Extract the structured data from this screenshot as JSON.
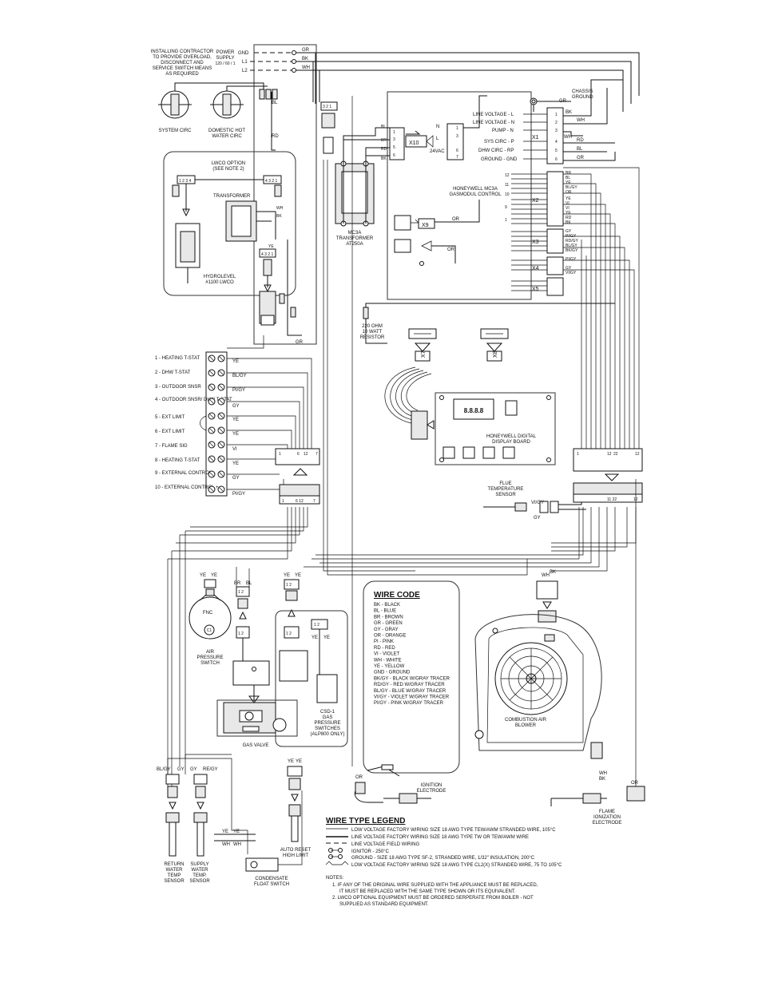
{
  "header": {
    "contractor_note": [
      "INSTALLING CONTRACTOR",
      "TO PROVIDE OVERLOAD,",
      "DISCONNECT AND",
      "SERVICE SWITCH MEANS",
      "AS REQUIRED"
    ],
    "power_supply": [
      "POWER",
      "SUPPLY",
      "120 / 60 / 1"
    ],
    "lines": [
      "GND",
      "L1",
      "L2"
    ],
    "line_colors": [
      "GR",
      "BK",
      "WH"
    ]
  },
  "pumps": {
    "system": "SYSTEM CIRC",
    "domestic": [
      "DOMESTIC HOT",
      "WATER CIRC"
    ]
  },
  "lwco": {
    "option": [
      "LWCO OPTION",
      "(SEE NOTE 2)"
    ],
    "transformer": "TRANSFORMER",
    "hydrolevel": [
      "HYDROLEVEL",
      "#1100 LWCO"
    ]
  },
  "mc_transformer": {
    "label": [
      "MC3A",
      "TRANSFORMER",
      "AT250A"
    ],
    "vac": "24VAC",
    "wires": [
      "BL",
      "BR",
      "RD",
      "BK"
    ],
    "pins": [
      "N",
      "L"
    ]
  },
  "chassis": [
    "CHASSIS",
    "GROUND"
  ],
  "x1_labels": [
    "LINE VOLTAGE - L",
    "LINE VOLTAGE - N",
    "PUMP - N",
    "SYS CIRC - P",
    "DHW CIRC - RP",
    "GROUND - GND"
  ],
  "x1_wires": [
    "BK",
    "WH",
    "WH",
    "RD",
    "BL",
    "GR"
  ],
  "control": {
    "title": [
      "HONEYWELL MC3A",
      "GASMODUL CONTROL"
    ],
    "connectors": [
      "X1",
      "X2",
      "X3",
      "X4",
      "X5",
      "X7",
      "X8",
      "X9",
      "X10"
    ]
  },
  "x2_wires": [
    "BR",
    "BL",
    "YE",
    "BL/GY",
    "OR",
    "YE",
    "VI",
    "VI",
    "YE",
    "RD",
    "BK"
  ],
  "x3_wires": [
    "GY",
    "PI/GY",
    "RD/GY",
    "BL/GY",
    "BK/GY"
  ],
  "x4_wires": [
    "PI/GY",
    "GY",
    "VI/GY"
  ],
  "resistor": [
    "220 OHM",
    "10 WATT",
    "RESISTOR"
  ],
  "display": {
    "title": [
      "HONEYWELL DIGITAL",
      "DISPLAY BOARD"
    ],
    "digits": "8.8.8.8"
  },
  "terminals": [
    {
      "label": "1 - HEATING T-STAT",
      "wire": "YE"
    },
    {
      "label": "2 - DHW T-STAT",
      "wire": "BL/GY"
    },
    {
      "label": "3 - OUTDOOR SNSR",
      "wire": "PI/GY"
    },
    {
      "label": "4 - OUTDOOR SNSR/ DHW T-STAT",
      "wire": "GY"
    },
    {
      "label": "5 - EXT LIMIT",
      "wire": "YE"
    },
    {
      "label": "6 - EXT LIMIT",
      "wire": "YE"
    },
    {
      "label": "7 - FLAME SIG",
      "wire": "VI"
    },
    {
      "label": "8 - HEATING T-STAT",
      "wire": "YE"
    },
    {
      "label": "9 - EXTERNAL CONTROL -",
      "wire": "GY"
    },
    {
      "label": "10 - EXTERNAL CONTROL +",
      "wire": "PI/GY"
    }
  ],
  "plug_pins": [
    "1",
    "6",
    "12",
    "7"
  ],
  "big_plug_pins": [
    "1",
    "12",
    "22",
    "12"
  ],
  "flue": {
    "label": [
      "FLUE",
      "TEMPERATURE",
      "SENSOR"
    ],
    "wires": [
      "VI/GY",
      "GY"
    ]
  },
  "bottom": {
    "air_pressure": [
      "AIR",
      "PRESSURE",
      "SWITCH"
    ],
    "fnc": "FNC",
    "c1": "C1",
    "wires_aps": [
      "YE",
      "YE"
    ],
    "wires_br": [
      "BR",
      "BL"
    ],
    "wires_ye": [
      "YE",
      "YE"
    ],
    "gas_valve": "GAS VALVE",
    "gas_press": [
      "CSD-1",
      "GAS",
      "PRESSURE",
      "SWITCHES",
      "(ALP800 ONLY)"
    ],
    "return_sensor": [
      "RETURN",
      "WATER",
      "TEMP",
      "SENSOR"
    ],
    "supply_sensor": [
      "SUPPLY",
      "WATER",
      "TEMP.",
      "SENSOR"
    ],
    "sensor_wires": [
      "BL/GY",
      "GY",
      "GY",
      "RE/GY"
    ],
    "auto_reset": [
      "AUTO RESET",
      "HIGH LIMIT"
    ],
    "condensate": [
      "CONDENSATE",
      "FLOAT SWITCH"
    ],
    "float_wires": [
      "YE",
      "YE",
      "WH",
      "WH"
    ],
    "blower": [
      "COMBUSTION AIR",
      "BLOWER"
    ],
    "ignition": [
      "IGNITION",
      "ELECTRODE"
    ],
    "flame_ion": [
      "FLAME",
      "IONIZATION",
      "ELECTRODE"
    ],
    "misc_wires": [
      "OR",
      "OR",
      "WH",
      "BK",
      "WH",
      "BK"
    ]
  },
  "wire_code": {
    "title": "WIRE CODE",
    "items": [
      "BK - BLACK",
      "BL - BLUE",
      "BR - BROWN",
      "GR - GREEN",
      "GY - GRAY",
      "OR - ORANGE",
      "PI - PINK",
      "RD - RED",
      "VI - VIOLET",
      "WH - WHITE",
      "YE - YELLOW",
      "GND - GROUND",
      "BK/GY - BLACK W/GRAY TRACER",
      "RD/GY - RED W/GRAY TRACER",
      "BL/GY - BLUE W/GRAY TRACER",
      "VI/GY - VIOLET W/GRAY TRACER",
      "PI/GY - PINK W/GRAY TRACER"
    ]
  },
  "legend": {
    "title": "WIRE TYPE LEGEND",
    "items": [
      "LOW VOLTAGE FACTORY WIRING SIZE 18 AWG TYPE TEW/AWM STRANDED WIRE, 105°C",
      "LINE VOLTAGE FACTORY WIRING SIZE 18 AWG TYPE TW OR TEW/AWM WIRE",
      "LINE VOLTAGE FIELD WIRING",
      "IGNITOR - 250°C",
      "GROUND - SIZE 18 AWG TYPE SF-2, STRANDED WIRE, 1/32\" INSULATION, 200°C",
      "LOW VOLTAGE FACTORY WIRING SIZE 18 AWG TYPE CL2(X) STRANDED WIRE, 75 TO 105°C"
    ]
  },
  "notes": {
    "title": "NOTES:",
    "lines": [
      "1. IF ANY OF THE ORIGINAL WIRE SUPPLIED WITH THE APPLIANCE MUST BE REPLACED,",
      "IT MUST BE REPLACED WITH THE SAME TYPE SHOWN OR ITS EQUIVALENT.",
      "2. LWCO OPTIONAL EQUIPMENT MUST BE ORDERED SERPERATE FROM BOILER - NOT",
      "SUPPLIED AS STANDARD EQUIPMENT."
    ]
  }
}
